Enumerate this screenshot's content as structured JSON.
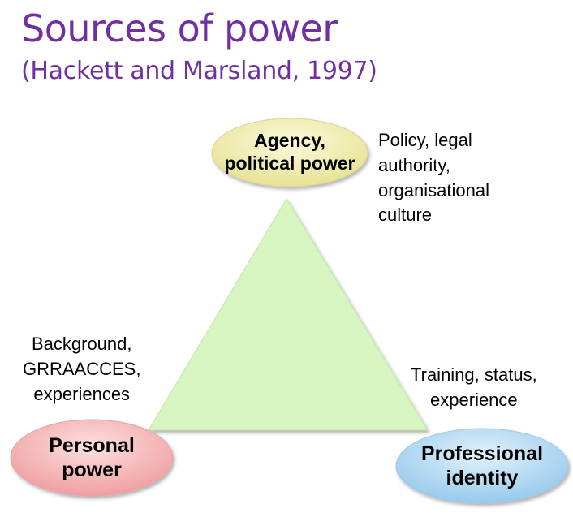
{
  "title": "Sources of power",
  "subtitle": "(Hackett and Marsland, 1997)",
  "nodes": {
    "top": {
      "line1": "Agency,",
      "line2": "political power",
      "color": "#f3f0b0"
    },
    "left": {
      "line1": "Personal",
      "line2": "power",
      "color": "#f6b8b8"
    },
    "right": {
      "line1": "Professional",
      "line2": "identity",
      "color": "#b9dcf3"
    }
  },
  "notes": {
    "top": [
      "Policy, legal",
      "authority,",
      "organisational",
      "culture"
    ],
    "left": [
      "Background,",
      "GRRAACCES,",
      "experiences"
    ],
    "right": [
      "Training, status,",
      "experience"
    ]
  },
  "colors": {
    "title": "#7030A0",
    "triangle": "#d6f5c0"
  }
}
